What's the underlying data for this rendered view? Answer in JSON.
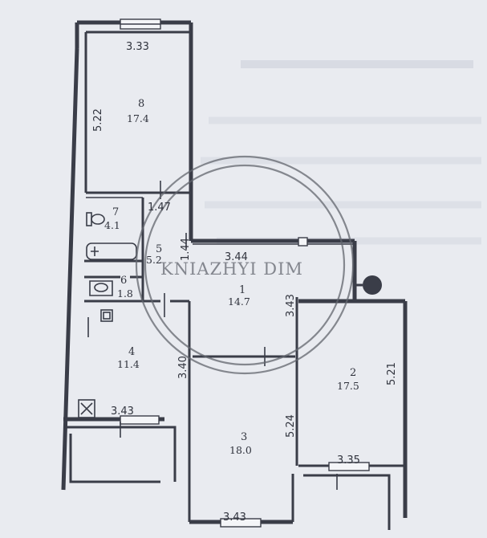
{
  "watermark": "KNIAZHYI DIM",
  "dimensions": {
    "room8_width": "3.33",
    "room8_length": "5.22",
    "bath_width": "1.47",
    "wc_height": "1.44",
    "hall_width": "3.44",
    "hall_height": "3.43",
    "kitchen_height": "3.40",
    "kitchen_width": "3.43",
    "room3_length": "5.24",
    "room3_width": "3.43",
    "room2_length": "5.21",
    "room2_width": "3.35"
  },
  "rooms": [
    {
      "number": "8",
      "area": "17.4"
    },
    {
      "number": "7",
      "area": "4.1"
    },
    {
      "number": "5",
      "area": "5.2"
    },
    {
      "number": "6",
      "area": "1.8"
    },
    {
      "number": "1",
      "area": "14.7"
    },
    {
      "number": "4",
      "area": "11.4"
    },
    {
      "number": "3",
      "area": "18.0"
    },
    {
      "number": "2",
      "area": "17.5"
    }
  ]
}
